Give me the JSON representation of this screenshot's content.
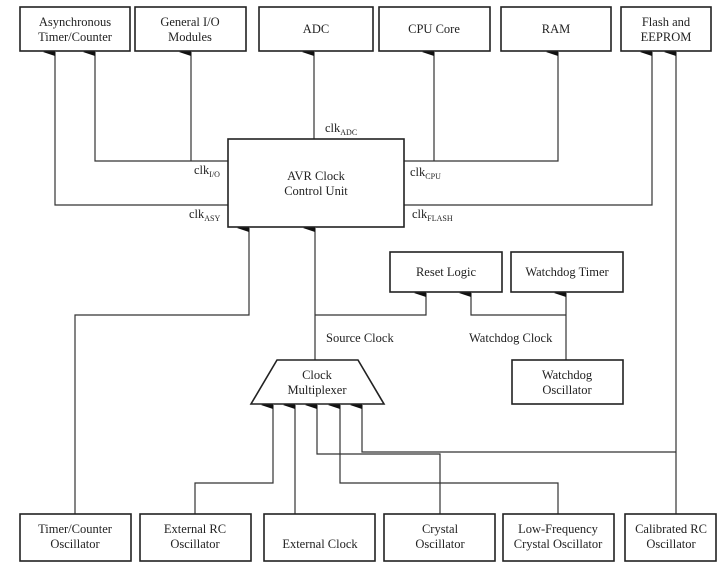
{
  "blocks": {
    "async_timer": [
      "Asynchronous",
      "Timer/Counter"
    ],
    "general_io": [
      "General I/O",
      "Modules"
    ],
    "adc": [
      "ADC"
    ],
    "cpu_core": [
      "CPU Core"
    ],
    "ram": [
      "RAM"
    ],
    "flash": [
      "Flash and",
      "EEPROM"
    ],
    "clock_unit": [
      "AVR Clock",
      "Control Unit"
    ],
    "reset_logic": [
      "Reset Logic"
    ],
    "watchdog_timer": [
      "Watchdog Timer"
    ],
    "clock_mux": [
      "Clock",
      "Multiplexer"
    ],
    "watchdog_osc": [
      "Watchdog",
      "Oscillator"
    ],
    "tc_osc": [
      "Timer/Counter",
      "Oscillator"
    ],
    "ext_rc": [
      "External RC",
      "Oscillator"
    ],
    "ext_clock": [
      "External Clock"
    ],
    "crystal": [
      "Crystal",
      "Oscillator"
    ],
    "lf_crystal": [
      "Low-Frequency",
      "Crystal Oscillator"
    ],
    "cal_rc": [
      "Calibrated RC",
      "Oscillator"
    ]
  },
  "signals": {
    "clk_adc": {
      "main": "clk",
      "sub": "ADC"
    },
    "clk_io": {
      "main": "clk",
      "sub": "I/O"
    },
    "clk_asy": {
      "main": "clk",
      "sub": "ASY"
    },
    "clk_cpu": {
      "main": "clk",
      "sub": "CPU"
    },
    "clk_flash": {
      "main": "clk",
      "sub": "FLASH"
    },
    "source_clock": "Source Clock",
    "watchdog_clock": "Watchdog Clock"
  }
}
